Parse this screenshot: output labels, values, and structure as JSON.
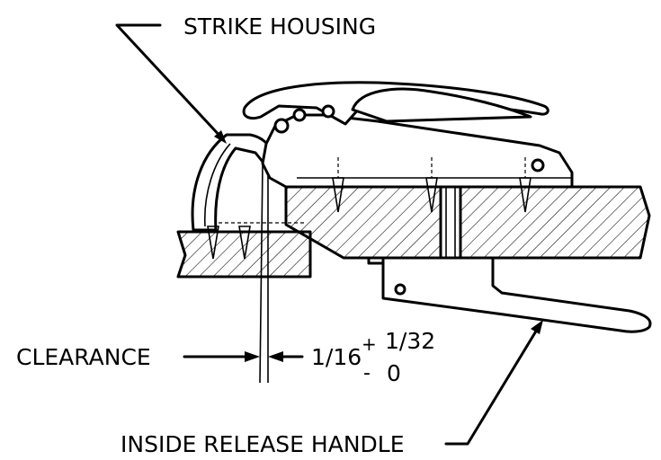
{
  "labels": {
    "strike_housing": "STRIKE HOUSING",
    "clearance": "CLEARANCE",
    "dimension_base": "1/16",
    "tolerance_plus_sign": "+",
    "tolerance_plus": "1/32",
    "tolerance_minus_sign": "-",
    "tolerance_minus": "0",
    "inside_release_handle": "INSIDE RELEASE HANDLE"
  }
}
